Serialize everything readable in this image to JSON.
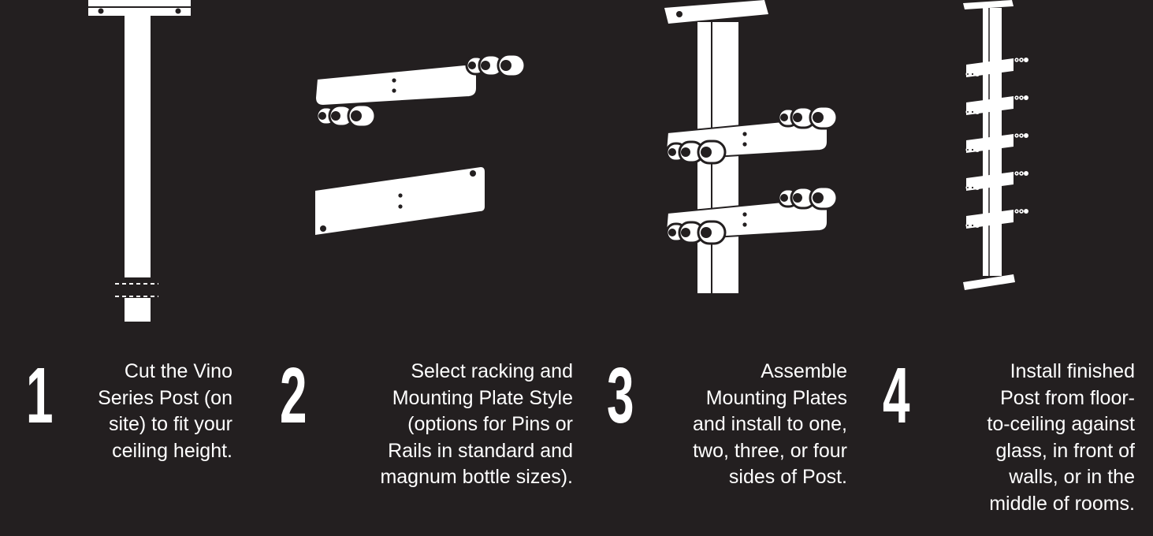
{
  "colors": {
    "background": "#231f20",
    "foreground": "#ffffff"
  },
  "steps": [
    {
      "number": "1",
      "lines": [
        "Cut the Vino",
        "Series Post (on",
        "site) to fit your",
        "ceiling height."
      ]
    },
    {
      "number": "2",
      "lines": [
        "Select racking and",
        "Mounting Plate Style",
        "(options for Pins or",
        "Rails in standard and",
        "magnum bottle sizes)."
      ]
    },
    {
      "number": "3",
      "lines": [
        "Assemble",
        "Mounting Plates",
        "and install to one,",
        "two, three, or four",
        "sides of Post."
      ]
    },
    {
      "number": "4",
      "lines": [
        "Install finished",
        "Post from floor-",
        "to-ceiling against",
        "glass, in front of",
        "walls, or in the",
        "middle of rooms."
      ]
    }
  ]
}
